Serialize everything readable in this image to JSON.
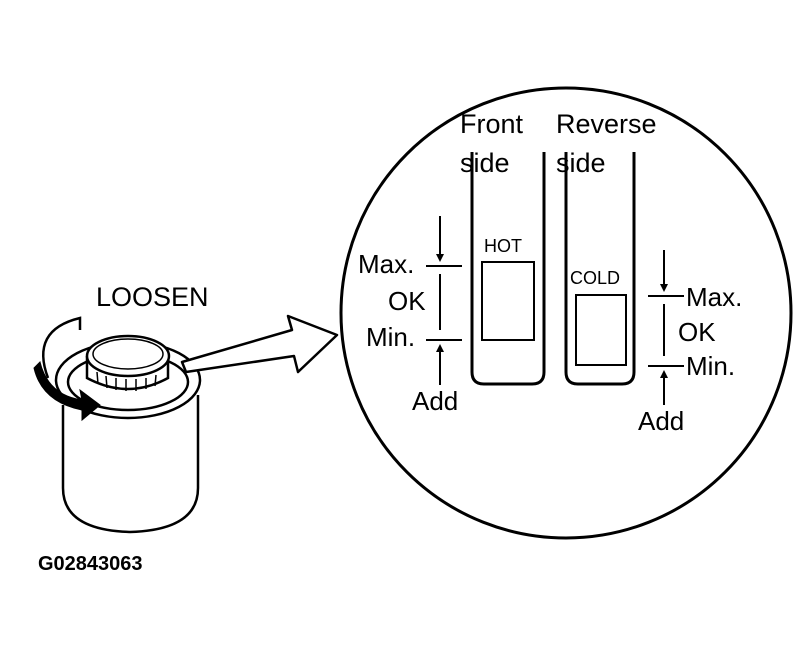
{
  "colors": {
    "ink": "#000000",
    "paper": "#ffffff"
  },
  "reservoir": {
    "loosen_label": "LOOSEN"
  },
  "dipstick": {
    "front": {
      "title_line1": "Front",
      "title_line2": "side",
      "temp_label": "HOT",
      "max_label": "Max.",
      "ok_label": "OK",
      "min_label": "Min.",
      "add_label": "Add"
    },
    "reverse": {
      "title_line1": "Reverse",
      "title_line2": "side",
      "temp_label": "COLD",
      "max_label": "Max.",
      "ok_label": "OK",
      "min_label": "Min.",
      "add_label": "Add"
    }
  },
  "figure_id": "G02843063"
}
